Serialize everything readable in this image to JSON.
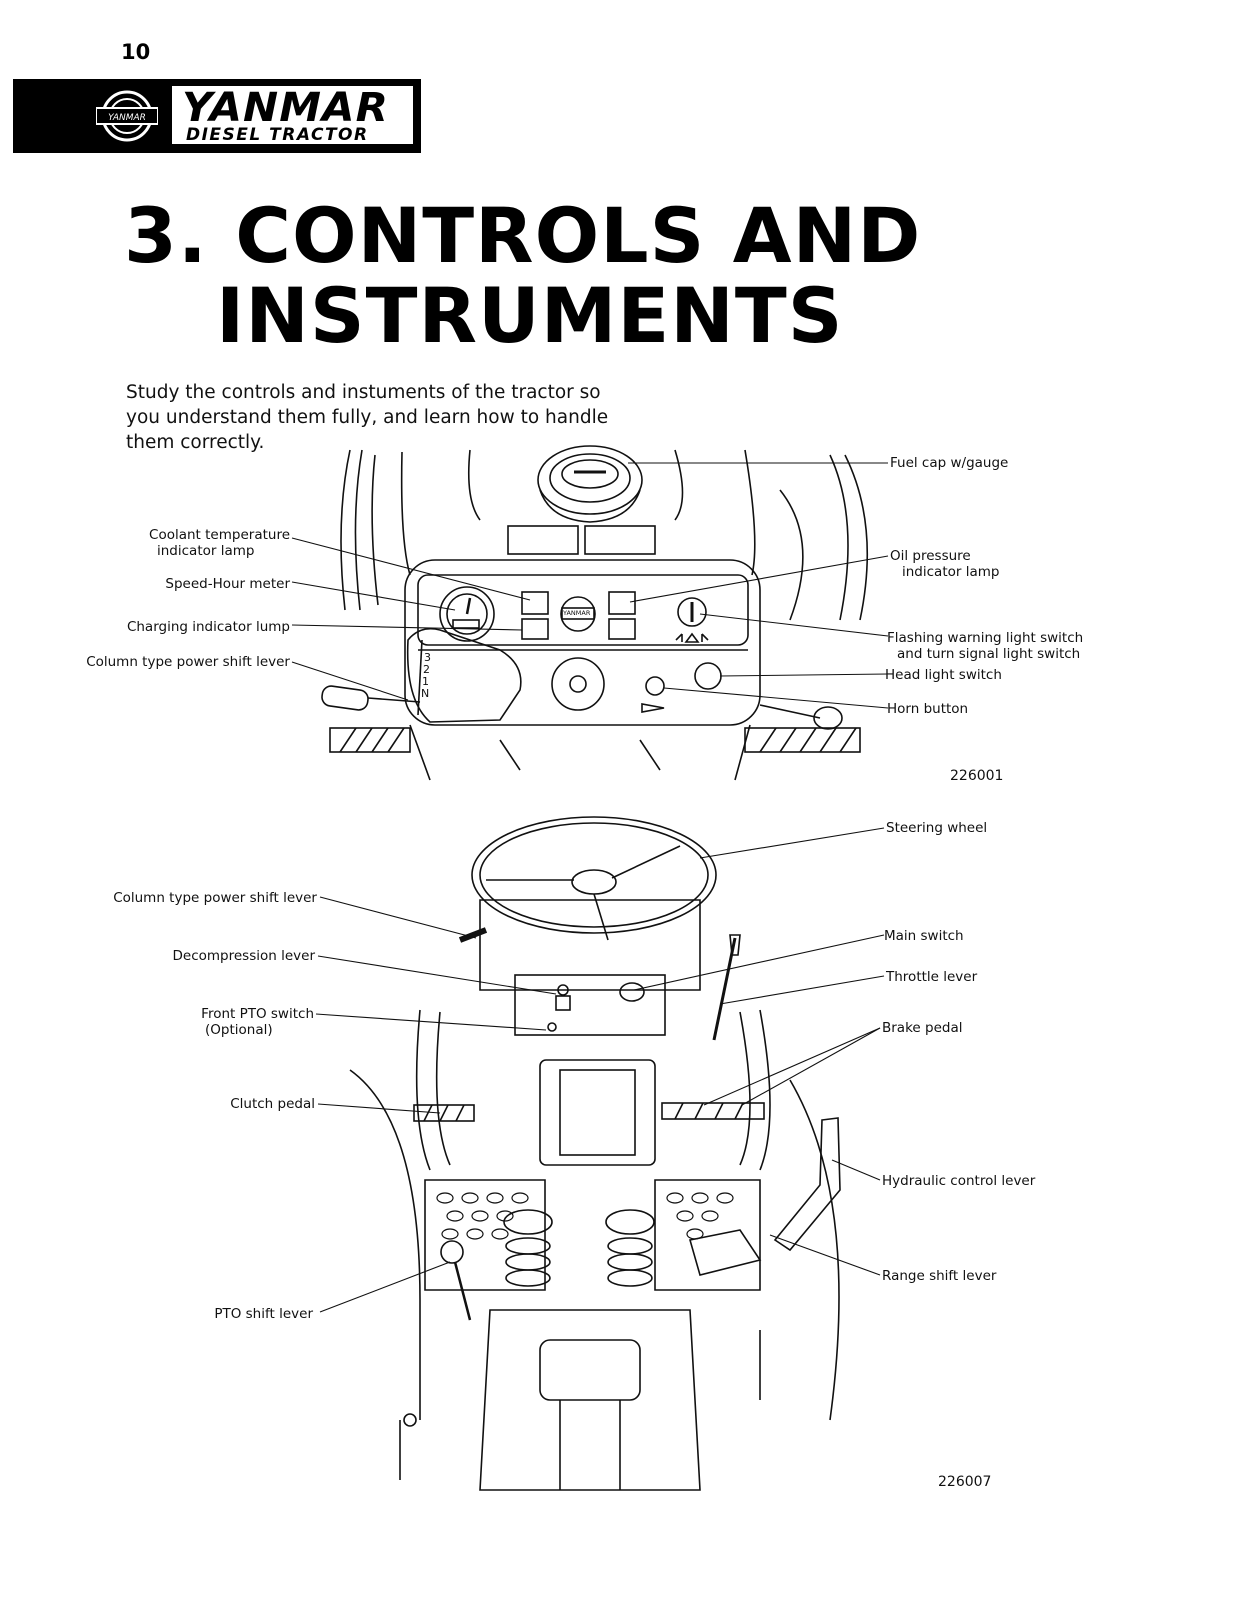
{
  "page_number": "10",
  "logo": {
    "emblem_text": "YANMAR",
    "brand": "YANMAR",
    "subtitle": "DIESEL TRACTOR"
  },
  "title": {
    "line1": "3. CONTROLS AND",
    "line2": "INSTRUMENTS"
  },
  "intro_text": "Study the controls and instuments of the tractor so you understand them fully, and learn how to handle them correctly.",
  "figure_top": {
    "code": "226001",
    "labels": {
      "fuel_cap": "Fuel cap w/gauge",
      "coolant_line1": "Coolant temperature",
      "coolant_line2": "indicator lamp",
      "speed_hour": "Speed-Hour meter",
      "charging": "Charging indicator lump",
      "column_shift": "Column type power shift lever",
      "oil_line1": "Oil pressure",
      "oil_line2": "indicator lamp",
      "flashing_line1": "Flashing warning light switch",
      "flashing_line2": "and turn signal light switch",
      "head_light": "Head light switch",
      "horn": "Horn button"
    },
    "shift_positions": [
      "3",
      "2",
      "1",
      "N"
    ],
    "dash_badge": "YANMAR"
  },
  "figure_bottom": {
    "code": "226007",
    "labels": {
      "steering": "Steering wheel",
      "column_shift": "Column type power shift lever",
      "main_switch": "Main switch",
      "decompression": "Decompression lever",
      "throttle": "Throttle lever",
      "front_pto_line1": "Front PTO switch",
      "front_pto_line2": "(Optional)",
      "brake": "Brake pedal",
      "clutch": "Clutch pedal",
      "hydraulic": "Hydraulic control lever",
      "range_shift": "Range shift lever",
      "pto_shift": "PTO shift lever"
    }
  }
}
